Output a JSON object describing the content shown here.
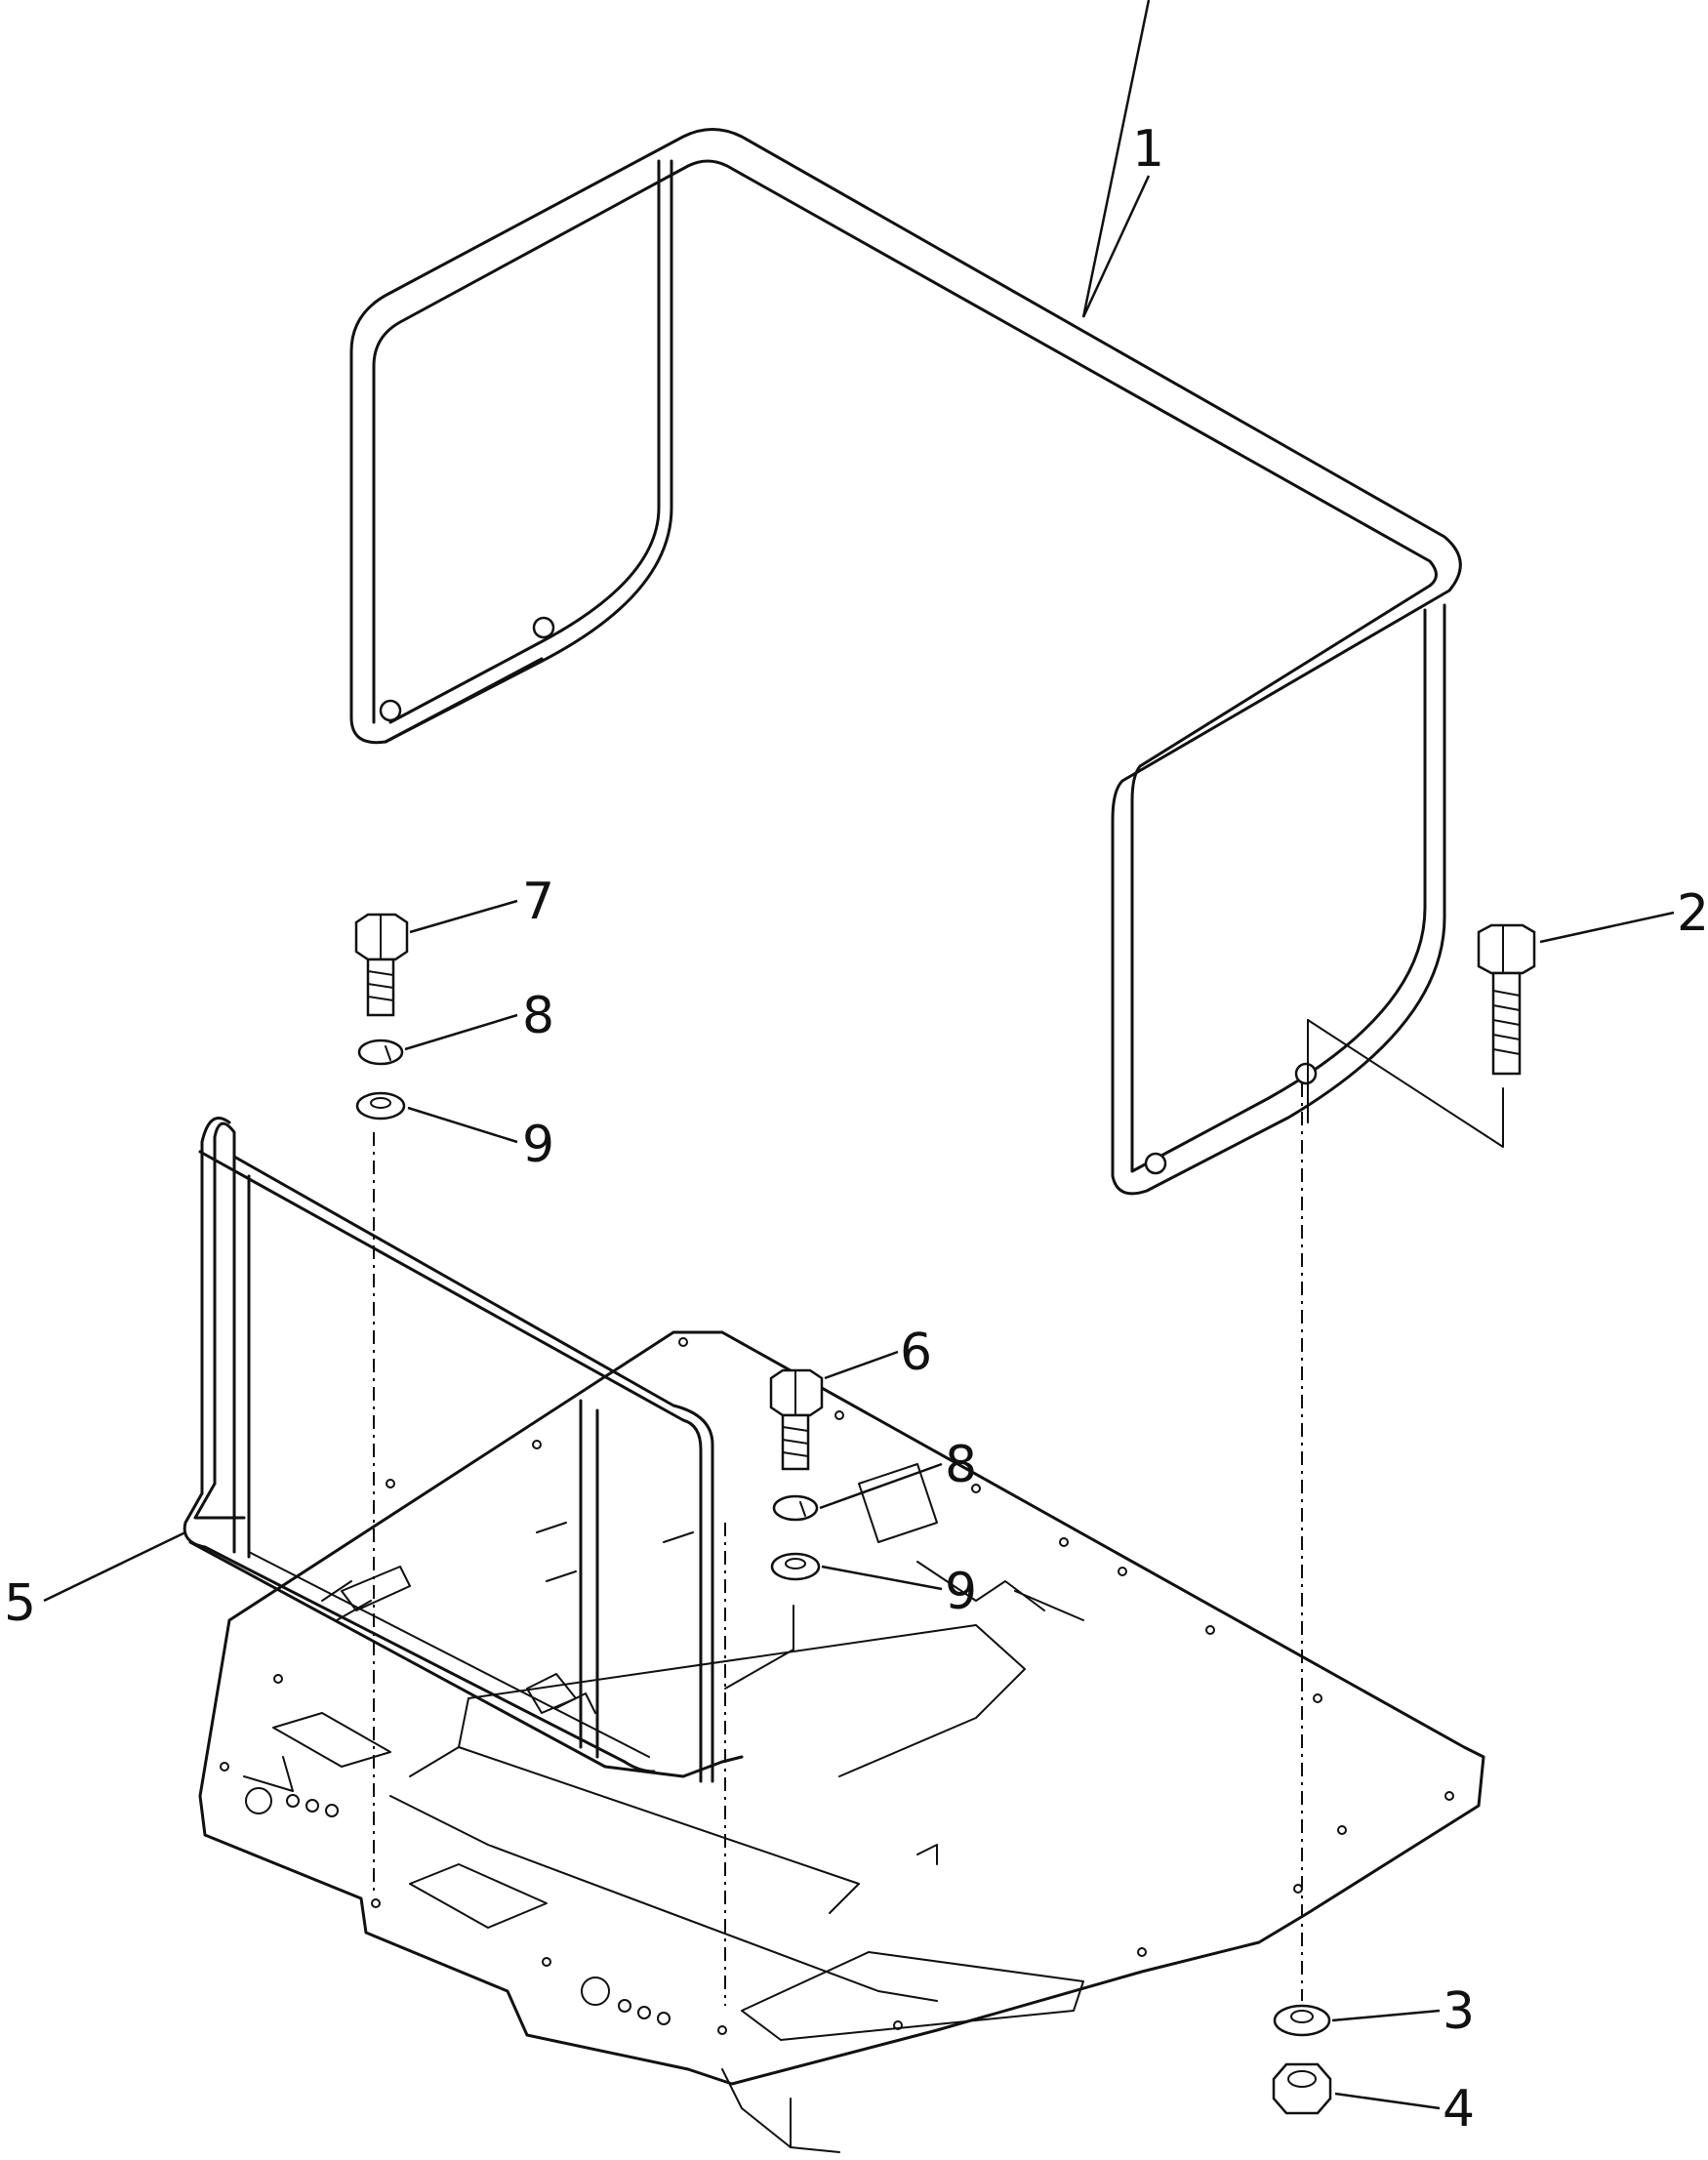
{
  "callouts": {
    "c1": "1",
    "c2": "2",
    "c3": "3",
    "c4": "4",
    "c5": "5",
    "c6": "6",
    "c7": "7",
    "c8a": "8",
    "c8b": "8",
    "c9a": "9",
    "c9b": "9"
  },
  "colors": {
    "line": "#111111",
    "background": "#ffffff"
  }
}
